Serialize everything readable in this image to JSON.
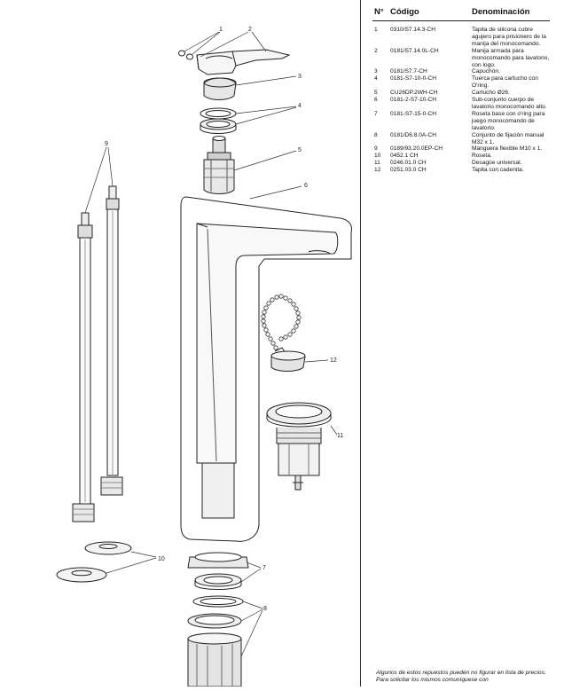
{
  "table": {
    "header_num": "N°",
    "header_code": "Código",
    "header_name": "Denominación",
    "rows": [
      {
        "num": "1",
        "code": "0310/S7.14.3-CH",
        "name": "Tapita de silicona cubre agujero para prisionero de la manija del monocomando."
      },
      {
        "num": "2",
        "code": "0181/S7.14.0L-CH",
        "name": "Manija armada para monocomando para lavatorio, con logo."
      },
      {
        "num": "3",
        "code": "0181/S7.7-CH",
        "name": "Capuchón."
      },
      {
        "num": "4",
        "code": "0181-S7-10-0-CH",
        "name": "Tuerca para cartucho con O'ring."
      },
      {
        "num": "5",
        "code": "CU26DP.2WH-CH",
        "name": "Cartucho Ø26."
      },
      {
        "num": "6",
        "code": "0181-2-S7-10-CH",
        "name": "Sub-conjunto cuerpo de lavatorio monocomando alto."
      },
      {
        "num": "7",
        "code": "0181-S7-15-0-CH",
        "name": "Roseta base con o'ring para juego monocomando de lavatorio."
      },
      {
        "num": "8",
        "code": "0181/D6.8.0A-CH",
        "name": "Conjunto de fijación manual M32 x 1."
      },
      {
        "num": "9",
        "code": "0189/93.20.0EP-CH",
        "name": "Manguera flexible M10 x 1."
      },
      {
        "num": "10",
        "code": "0452.1 CH",
        "name": "Roseta."
      },
      {
        "num": "11",
        "code": "0246.01.0 CH",
        "name": "Desagüe universal."
      },
      {
        "num": "12",
        "code": "0251.03.0 CH",
        "name": "Tapita con cadenita."
      }
    ]
  },
  "footnote": "Algunos de estos repuestos pueden no figurar en lista de precios. Para solicitar los mismos comuníquese con",
  "callouts": {
    "c1": "1",
    "c2": "2",
    "c3": "3",
    "c4": "4",
    "c5": "5",
    "c6": "6",
    "c7": "7",
    "c8": "8",
    "c9": "9",
    "c10": "10",
    "c11": "11",
    "c12": "12"
  }
}
